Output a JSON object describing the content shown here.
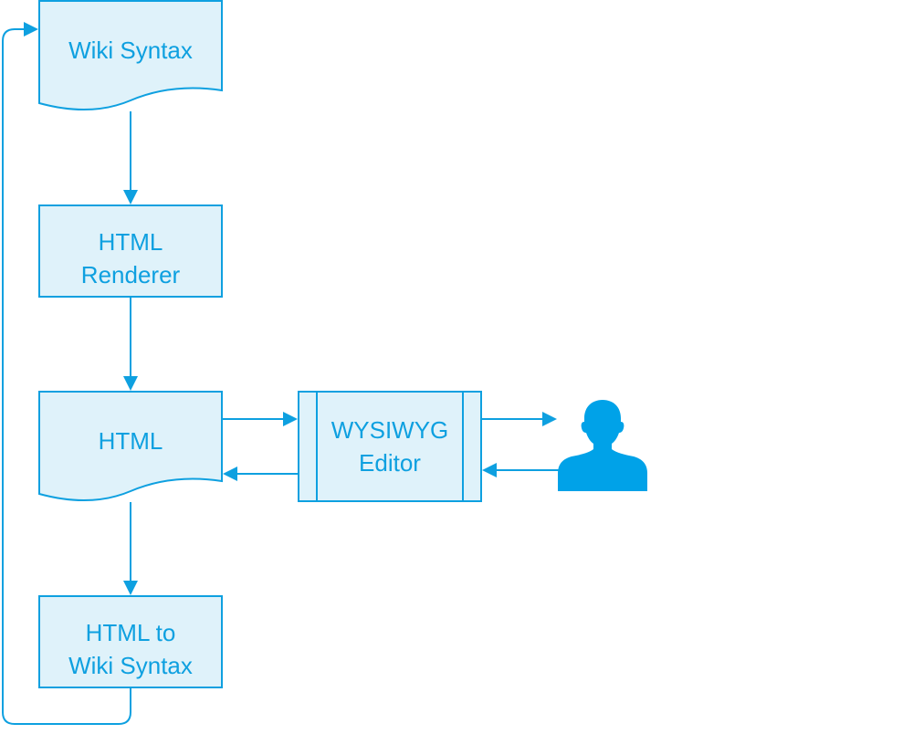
{
  "diagram": {
    "nodes": {
      "wiki_syntax": {
        "label": "Wiki Syntax",
        "shape": "document"
      },
      "html_renderer": {
        "line1": "HTML",
        "line2": "Renderer",
        "shape": "process"
      },
      "html": {
        "label": "HTML",
        "shape": "document"
      },
      "wysiwyg_editor": {
        "line1": "WYSIWYG",
        "line2": "Editor",
        "shape": "predefined-process"
      },
      "html_to_wiki": {
        "line1": "HTML to",
        "line2": "Wiki Syntax",
        "shape": "process"
      },
      "user": {
        "icon": "person-icon"
      }
    },
    "edges": [
      {
        "from": "wiki_syntax",
        "to": "html_renderer"
      },
      {
        "from": "html_renderer",
        "to": "html"
      },
      {
        "from": "html",
        "to": "wysiwyg_editor"
      },
      {
        "from": "wysiwyg_editor",
        "to": "html"
      },
      {
        "from": "wysiwyg_editor",
        "to": "user"
      },
      {
        "from": "user",
        "to": "wysiwyg_editor"
      },
      {
        "from": "html",
        "to": "html_to_wiki"
      },
      {
        "from": "html_to_wiki",
        "to": "wiki_syntax"
      }
    ],
    "colors": {
      "stroke": "#0ea0e0",
      "fill": "#dff2fa",
      "icon": "#00a2e8"
    }
  }
}
